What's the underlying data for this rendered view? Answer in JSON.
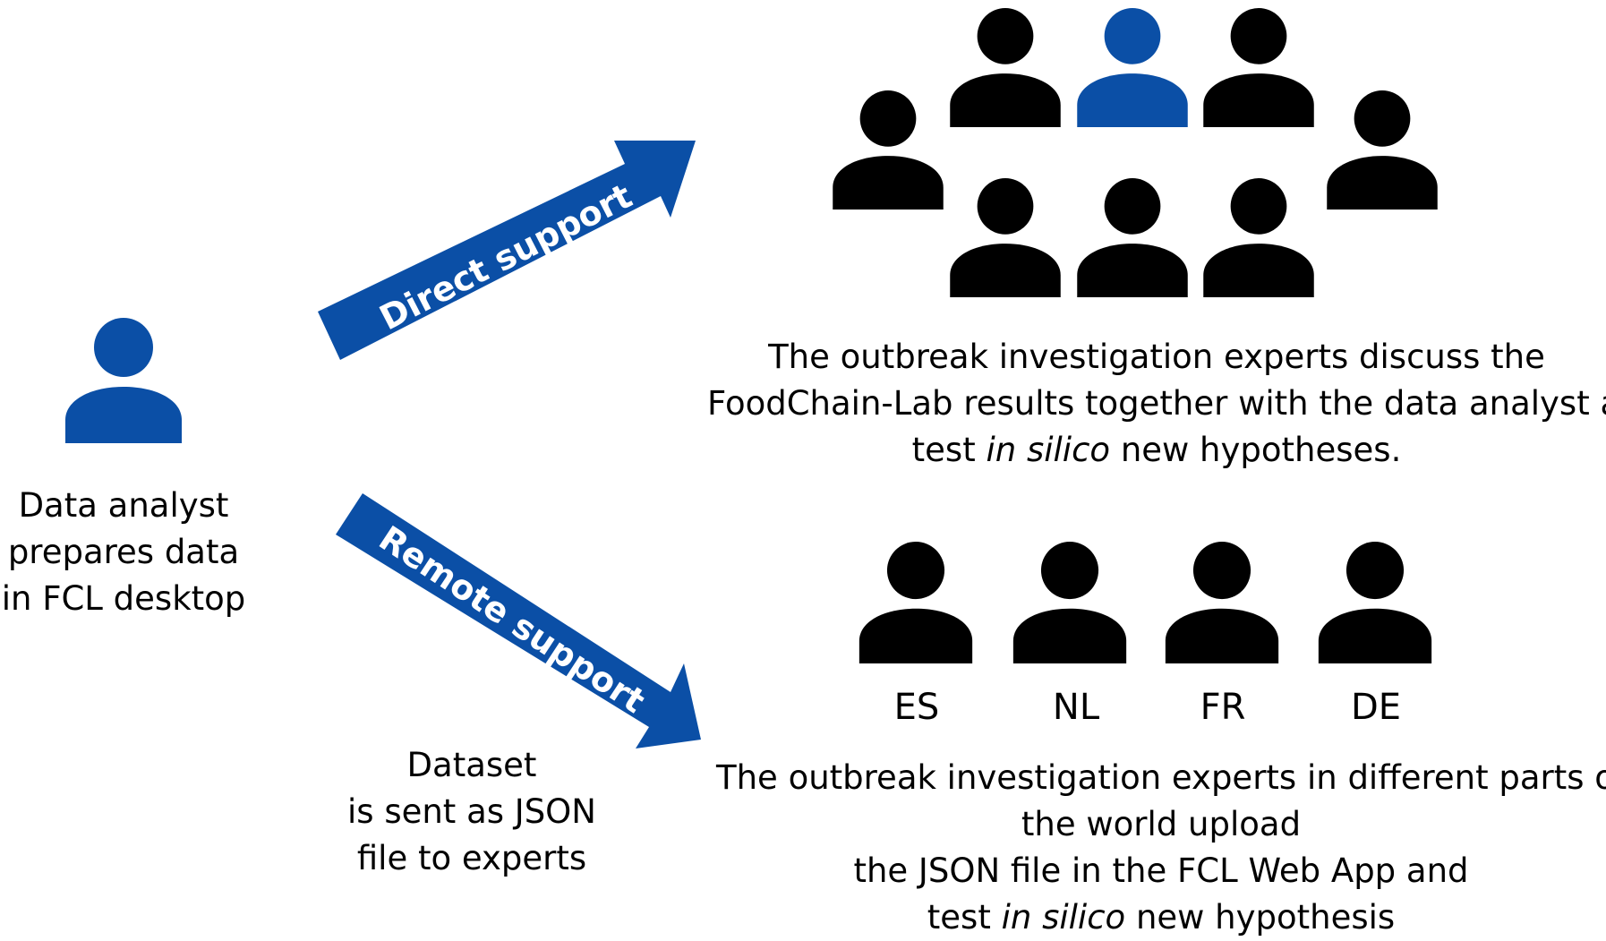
{
  "colors": {
    "accent": "#0b4fa6",
    "person_default": "#000000",
    "text": "#000000",
    "arrow_label": "#ffffff"
  },
  "icons": {
    "person": "person-icon"
  },
  "data_analyst": {
    "label_lines": [
      "Data analyst",
      "prepares data",
      "in FCL desktop"
    ]
  },
  "direct_support": {
    "arrow_label": "Direct support",
    "description": {
      "line1": "The outbreak investigation experts discuss the",
      "line2": "FoodChain-Lab results together with the data analyst and",
      "line3_before": "test ",
      "line3_italic": "in silico",
      "line3_after": " new hypotheses."
    }
  },
  "remote_support": {
    "arrow_label": "Remote support",
    "dataset_lines": [
      "Dataset",
      "is sent as JSON",
      "file to experts"
    ],
    "countries": [
      "ES",
      "NL",
      "FR",
      "DE"
    ],
    "description": {
      "line1": "The outbreak investigation experts in different parts of",
      "line2": "the world upload",
      "line3": "the JSON file in the FCL Web App and",
      "line4_before": "test ",
      "line4_italic": "in silico",
      "line4_after": " new hypothesis"
    }
  }
}
